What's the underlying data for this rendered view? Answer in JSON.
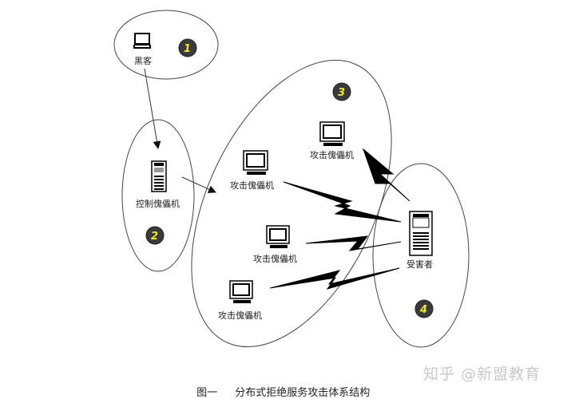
{
  "diagram": {
    "groups": [
      {
        "id": "1",
        "badge": "1",
        "nodes": [
          {
            "label": "黑客",
            "icon": "laptop-icon"
          }
        ]
      },
      {
        "id": "2",
        "badge": "2",
        "nodes": [
          {
            "label": "控制傀儡机",
            "icon": "server-icon"
          }
        ]
      },
      {
        "id": "3",
        "badge": "3",
        "nodes": [
          {
            "label": "攻击傀儡机",
            "icon": "monitor-icon"
          },
          {
            "label": "攻击傀儡机",
            "icon": "monitor-icon"
          },
          {
            "label": "攻击傀儡机",
            "icon": "monitor-icon"
          },
          {
            "label": "攻击傀儡机",
            "icon": "monitor-icon"
          }
        ]
      },
      {
        "id": "4",
        "badge": "4",
        "nodes": [
          {
            "label": "受害者",
            "icon": "server-icon"
          }
        ]
      }
    ],
    "edges": [
      {
        "from": "黑客",
        "to": "控制傀儡机",
        "type": "arrow"
      },
      {
        "from": "控制傀儡机",
        "to": "攻击傀儡机群",
        "type": "arrow"
      },
      {
        "from": "攻击傀儡机",
        "to": "受害者",
        "type": "lightning",
        "count": 4
      }
    ],
    "colors": {
      "badge_fill": "#3a3a3a",
      "badge_text": "#f2e92a",
      "line": "#333333"
    }
  },
  "caption": {
    "figure": "图一",
    "title": "分布式拒绝服务攻击体系结构"
  },
  "watermark": "知乎 @新盟教育"
}
